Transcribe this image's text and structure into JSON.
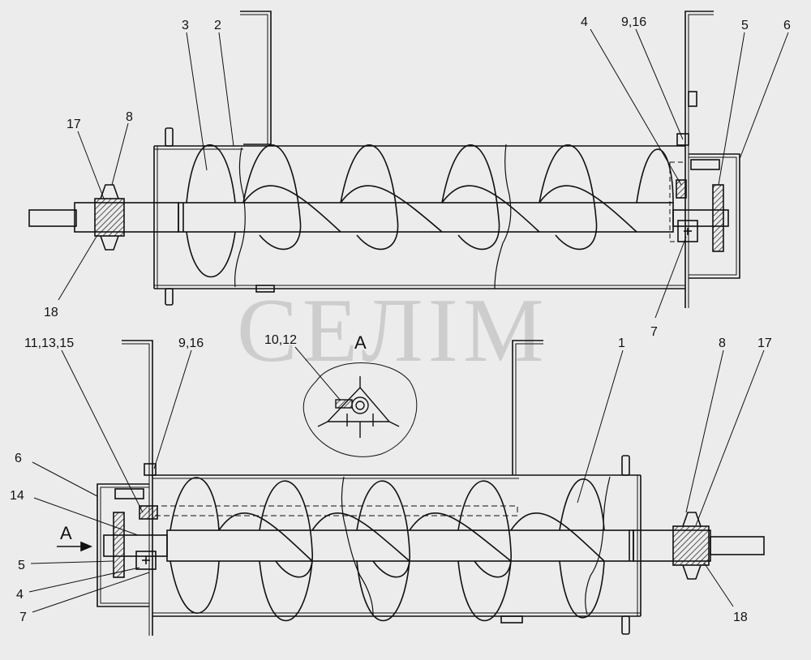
{
  "watermark": "СЕЛІМ",
  "view_label": "А",
  "arrow_label": "А",
  "callouts": {
    "top": [
      "3",
      "2",
      "17",
      "8",
      "18",
      "4",
      "9,16",
      "5",
      "6",
      "7"
    ],
    "bottom": [
      "11,13,15",
      "9,16",
      "10,12",
      "1",
      "8",
      "17",
      "6",
      "14",
      "5",
      "4",
      "7",
      "18"
    ]
  },
  "colors": {
    "line": "#111111",
    "background": "#ececec",
    "watermark": "#cdcdcd"
  }
}
